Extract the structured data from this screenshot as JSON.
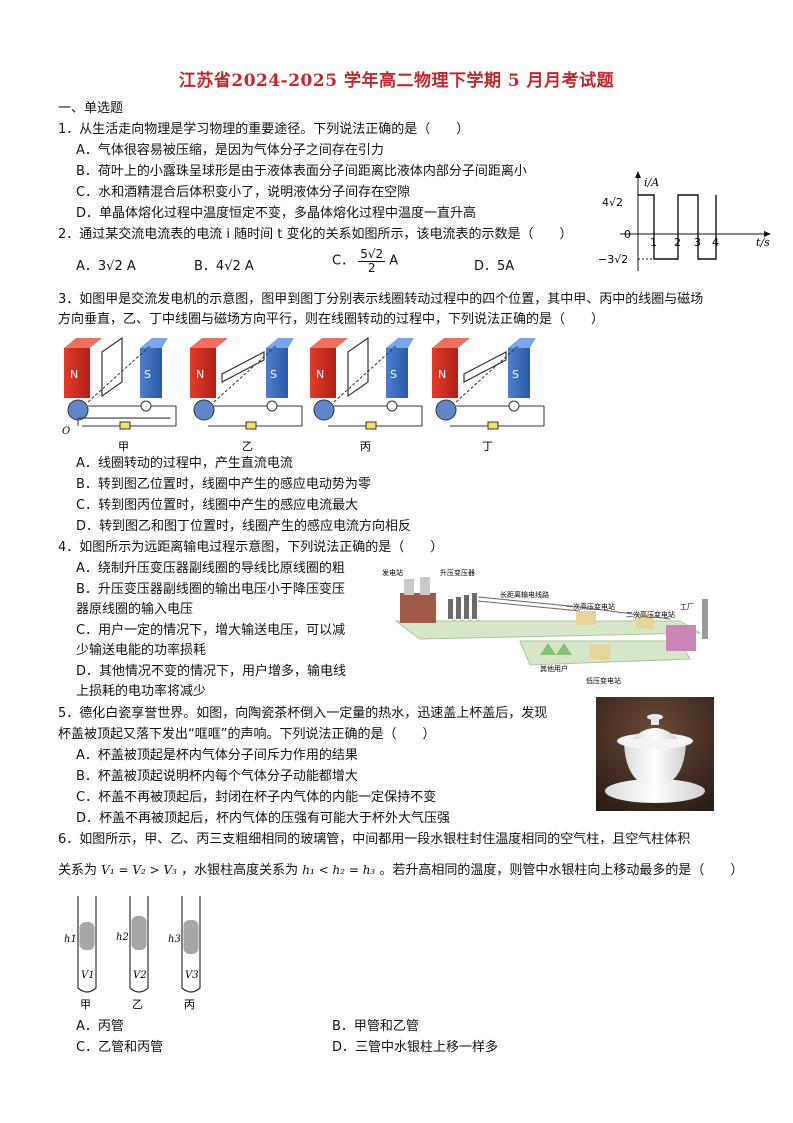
{
  "title": "江苏省2024-2025 学年高二物理下学期 5 月月考试题",
  "section": "一、单选题",
  "q1": {
    "stem": "1．从生活走向物理是学习物理的重要途径。下列说法正确的是（　　）",
    "A": "A．气体很容易被压缩，是因为气体分子之间存在引力",
    "B": "B．荷叶上的小露珠呈球形是由于液体表面分子间距离比液体内部分子间距离小",
    "C": "C．水和酒精混合后体积变小了，说明液体分子间存在空隙",
    "D": "D．单晶体熔化过程中温度恒定不变，多晶体熔化过程中温度一直升高"
  },
  "q2": {
    "stem": "2．通过某交流电流表的电流 i 随时间 t 变化的关系如图所示，该电流表的示数是（　　）",
    "A": "A．3√2 A",
    "B": "B．4√2 A",
    "C_pre": "C．",
    "C_num": "5√2",
    "C_den": "2",
    "C_unit": "A",
    "D": "D．5A",
    "graph": {
      "ylabel": "i/A",
      "xlabel": "t/s",
      "ytop": "4√2",
      "ybottom": "−3√2",
      "origin": "0",
      "ticks": [
        "1",
        "2",
        "3",
        "4"
      ]
    }
  },
  "q3": {
    "stem1": "3．如图甲是交流发电机的示意图，图甲到图丁分别表示线圈转动过程中的四个位置，其中甲、丙中的线圈与磁场",
    "stem2": "方向垂直，乙、丁中线圈与磁场方向平行，则在线圈转动的过程中，下列说法正确的是（　　）",
    "A": "A．线圈转动的过程中，产生直流电流",
    "B": "B．转到图乙位置时，线圈中产生的感应电动势为零",
    "C": "C．转到图丙位置时，线圈中产生的感应电流最大",
    "D": "D．转到图乙和图丁位置时，线圈产生的感应电流方向相反",
    "captions": [
      "甲",
      "乙",
      "丙",
      "丁"
    ],
    "pole_n": "N",
    "pole_s": "S"
  },
  "q4": {
    "stem": "4．如图所示为远距离输电过程示意图，下列说法正确的是（　　）",
    "A1": "A．绕制升压变压器副线圈的导线比原线圈的粗",
    "B1": "B．升压变压器副线圈的输出电压小于降压变压",
    "B2": "器原线圈的输入电压",
    "C1": "C．用户一定的情况下，增大输送电压，可以减",
    "C2": "少输送电能的功率损耗",
    "D1": "D．其他情况不变的情况下，用户增多，输电线",
    "D2": "上损耗的电功率将减少",
    "labels": {
      "plant": "发电站",
      "step_up": "升压变压器",
      "line": "长距离输电线路",
      "sub1": "一次高压变电站",
      "sub2": "二次高压变电站",
      "factory": "工厂",
      "users": "其他用户",
      "low_sub": "低压变电站"
    }
  },
  "q5": {
    "stem1": "5．德化白瓷享誉世界。如图，向陶瓷茶杯倒入一定量的热水，迅速盖上杯盖后，发现",
    "stem2": "杯盖被顶起又落下发出“哐哐”的声响。下列说法正确的是（　　）",
    "A": "A．杯盖被顶起是杯内气体分子间斥力作用的结果",
    "B": "B．杯盖被顶起说明杯内每个气体分子动能都增大",
    "C": "C．杯盖不再被顶起后，封闭在杯子内气体的内能一定保持不变",
    "D": "D．杯盖不再被顶起后，杯内气体的压强有可能大于杯外大气压强"
  },
  "q6": {
    "stem1": "6．如图所示，甲、乙、丙三支粗细相同的玻璃管，中间都用一段水银柱封住温度相同的空气柱，且空气柱体积",
    "stem2_a": "关系为",
    "stem2_b": "，水银柱高度关系为",
    "stem2_c": "。若升高相同的温度，则管中水银柱向上移动最多的是（　　）",
    "vol_rel": "V₁ = V₂ > V₃",
    "h_rel": "h₁ < h₂ = h₃",
    "A": "A．丙管",
    "B": "B．甲管和乙管",
    "C": "C．乙管和丙管",
    "D": "D．三管中水银柱上移一样多",
    "tubes": [
      {
        "h": "h1",
        "v": "V1",
        "cap": "甲"
      },
      {
        "h": "h2",
        "v": "V2",
        "cap": "乙"
      },
      {
        "h": "h3",
        "v": "V3",
        "cap": "丙"
      }
    ]
  }
}
